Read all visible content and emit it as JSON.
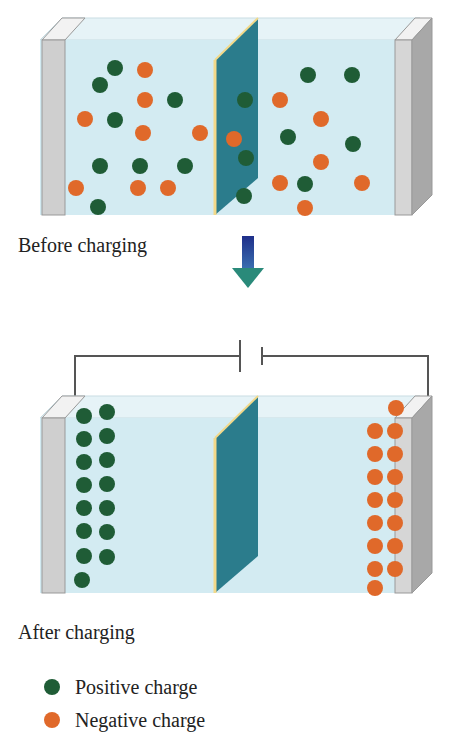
{
  "diagram": {
    "labels": [
      "Before charging",
      "After charging"
    ],
    "legend": [
      {
        "text": "Positive charge",
        "color": "#1f5c36"
      },
      {
        "text": "Negative charge",
        "color": "#e0692a"
      }
    ]
  }
}
